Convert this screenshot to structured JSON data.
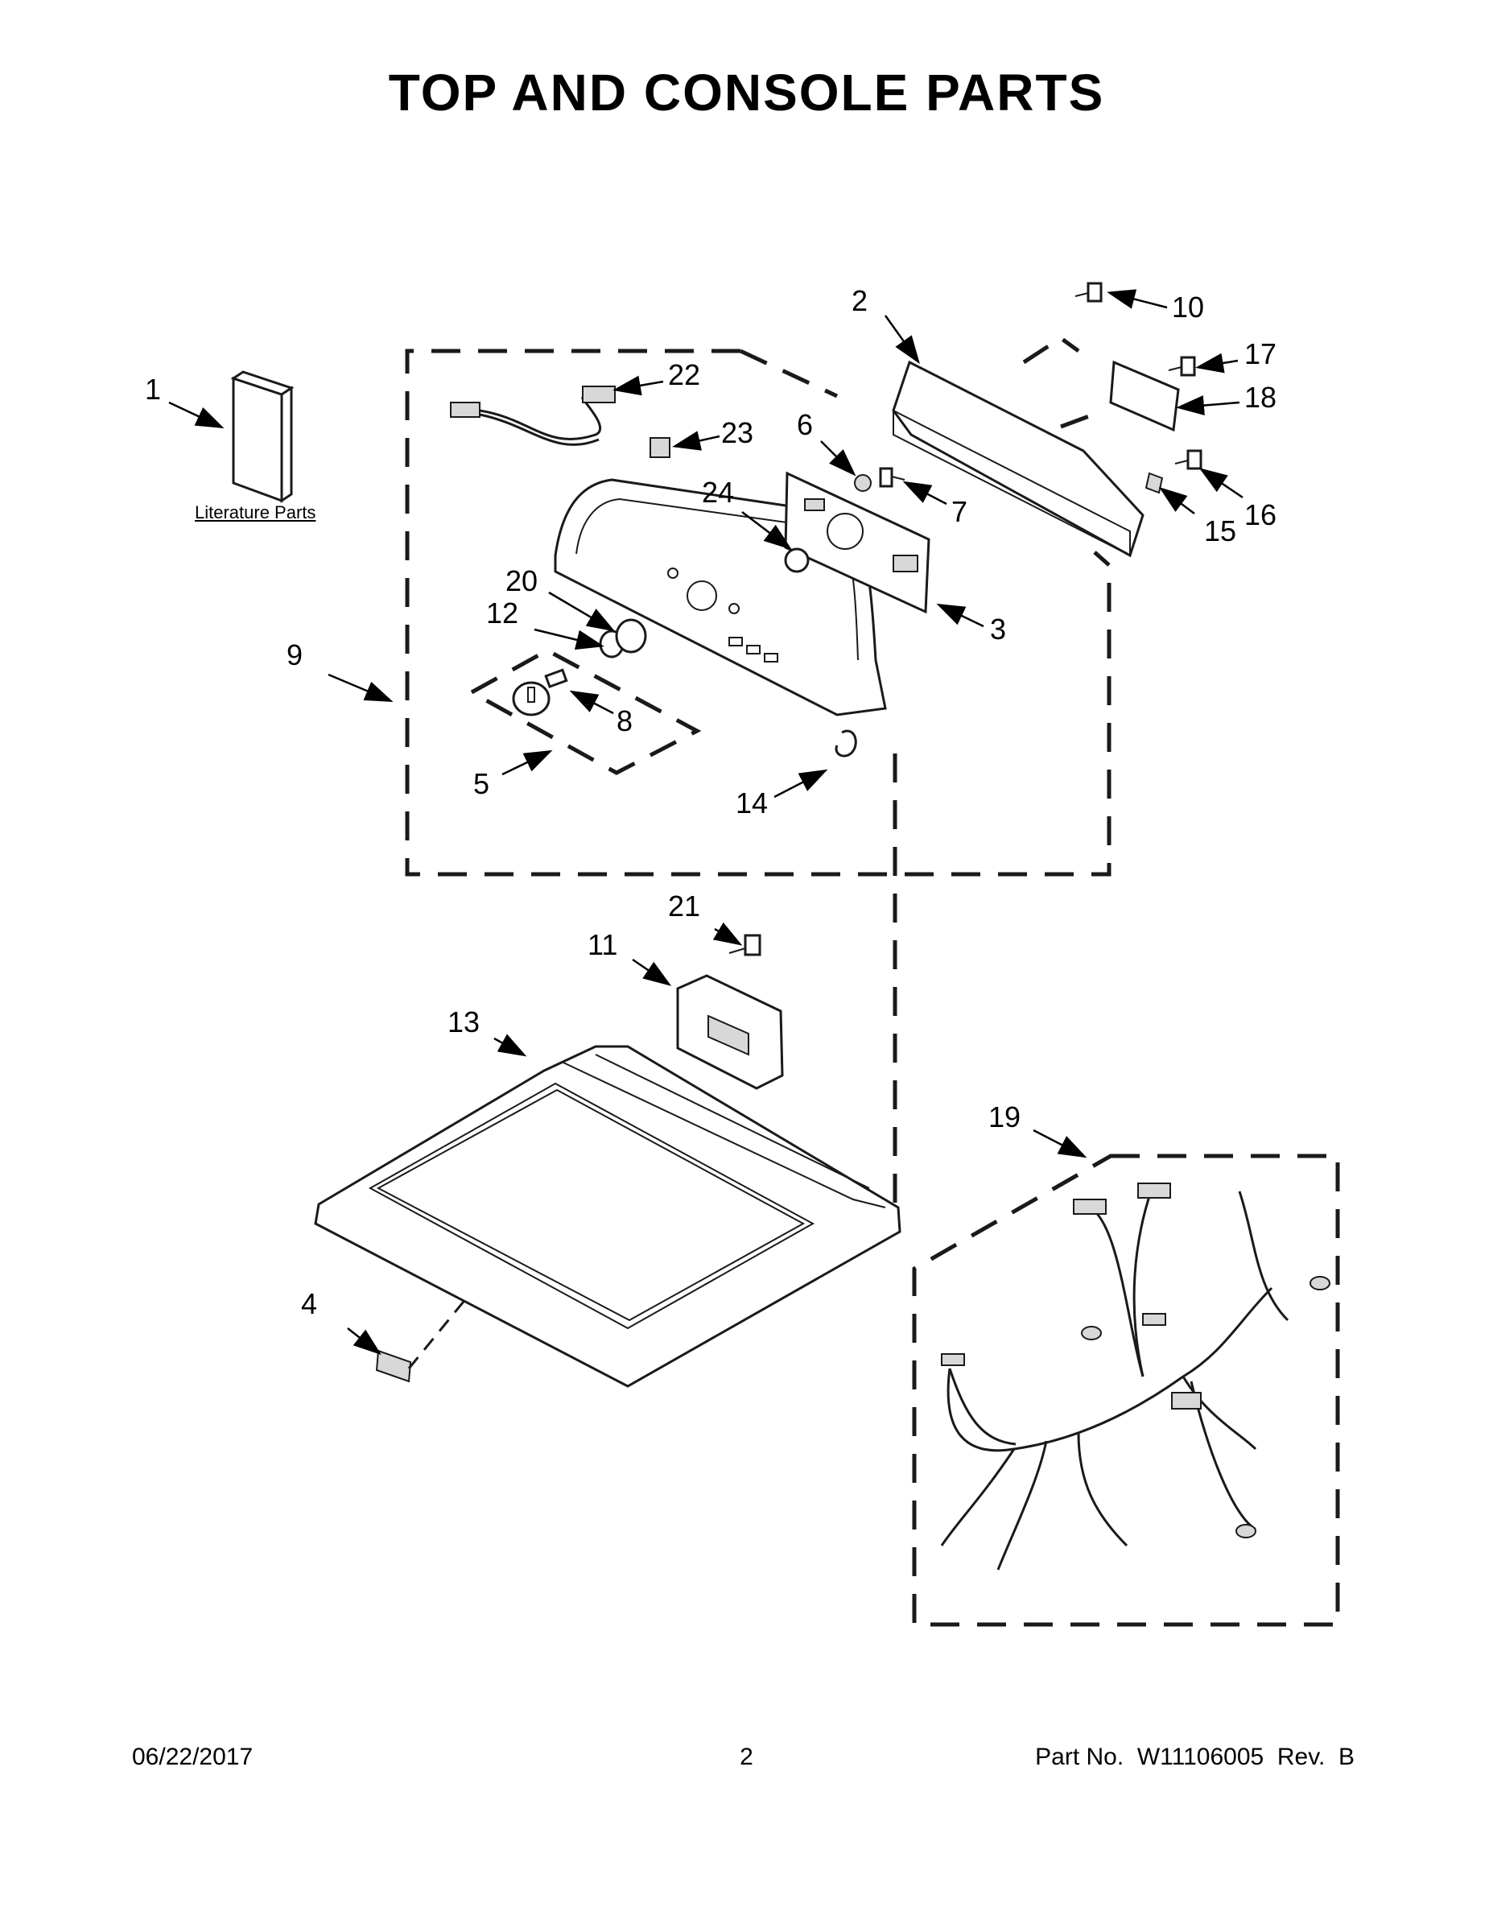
{
  "title": "TOP AND CONSOLE PARTS",
  "literature_label": "Literature Parts",
  "callouts": [
    {
      "id": "1",
      "label": "1"
    },
    {
      "id": "2",
      "label": "2"
    },
    {
      "id": "3",
      "label": "3"
    },
    {
      "id": "4",
      "label": "4"
    },
    {
      "id": "5",
      "label": "5"
    },
    {
      "id": "6",
      "label": "6"
    },
    {
      "id": "7",
      "label": "7"
    },
    {
      "id": "8",
      "label": "8"
    },
    {
      "id": "9",
      "label": "9"
    },
    {
      "id": "10",
      "label": "10"
    },
    {
      "id": "11",
      "label": "11"
    },
    {
      "id": "12",
      "label": "12"
    },
    {
      "id": "13",
      "label": "13"
    },
    {
      "id": "14",
      "label": "14"
    },
    {
      "id": "15",
      "label": "15"
    },
    {
      "id": "16",
      "label": "16"
    },
    {
      "id": "17",
      "label": "17"
    },
    {
      "id": "18",
      "label": "18"
    },
    {
      "id": "19",
      "label": "19"
    },
    {
      "id": "20",
      "label": "20"
    },
    {
      "id": "21",
      "label": "21"
    },
    {
      "id": "22",
      "label": "22"
    },
    {
      "id": "23",
      "label": "23"
    },
    {
      "id": "24",
      "label": "24"
    }
  ],
  "footer": {
    "date": "06/22/2017",
    "page": "2",
    "part_no": "Part No.  W11106005  Rev.  B"
  }
}
